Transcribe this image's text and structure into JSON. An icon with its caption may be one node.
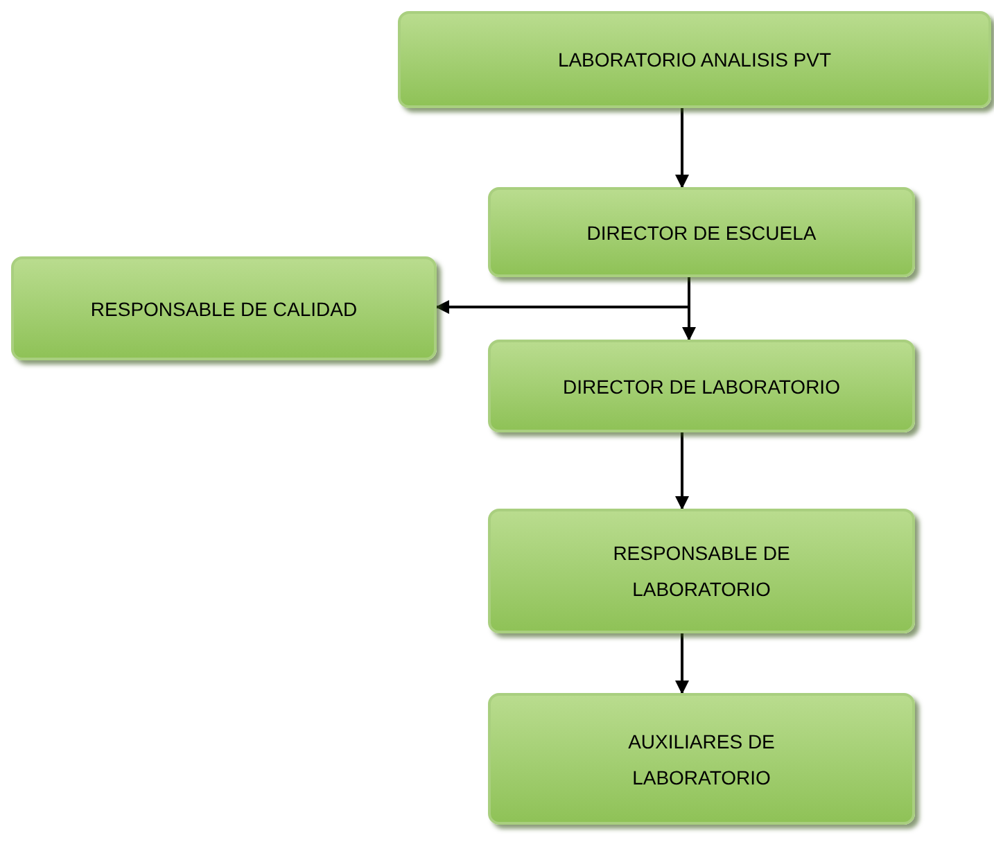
{
  "diagram": {
    "nodes": [
      {
        "text": [
          "LABORATORIO ANALISIS PVT"
        ]
      },
      {
        "text": [
          "DIRECTOR DE ESCUELA"
        ]
      },
      {
        "text": [
          "RESPONSABLE DE CALIDAD"
        ]
      },
      {
        "text": [
          "DIRECTOR DE LABORATORIO"
        ]
      },
      {
        "text": [
          "RESPONSABLE DE LABORATORIO"
        ]
      },
      {
        "text": [
          "AUXILIARES DE LABORATORIO"
        ]
      }
    ],
    "edges": [
      {
        "from": 0,
        "to": 1,
        "arrow": "to"
      },
      {
        "from": 1,
        "to": 2,
        "arrow": "to"
      },
      {
        "from": 1,
        "to": 3,
        "arrow": "to"
      },
      {
        "from": 3,
        "to": 4,
        "arrow": "to"
      },
      {
        "from": 4,
        "to": 5,
        "arrow": "to"
      }
    ]
  }
}
